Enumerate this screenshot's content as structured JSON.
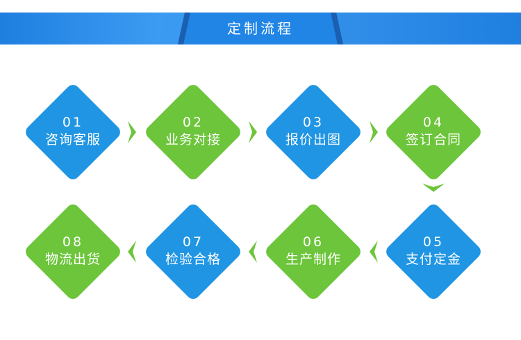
{
  "title": "定制流程",
  "colors": {
    "blue": "#1f95e3",
    "green": "#6cc53a",
    "banner": "#2f8de8"
  },
  "steps": [
    {
      "num": "01",
      "label": "咨询客服",
      "color": "blue"
    },
    {
      "num": "02",
      "label": "业务对接",
      "color": "green"
    },
    {
      "num": "03",
      "label": "报价出图",
      "color": "blue"
    },
    {
      "num": "04",
      "label": "签订合同",
      "color": "green"
    },
    {
      "num": "05",
      "label": "支付定金",
      "color": "blue"
    },
    {
      "num": "06",
      "label": "生产制作",
      "color": "green"
    },
    {
      "num": "07",
      "label": "检验合格",
      "color": "blue"
    },
    {
      "num": "08",
      "label": "物流出货",
      "color": "green"
    }
  ],
  "arrows": [
    {
      "dir": "right"
    },
    {
      "dir": "right"
    },
    {
      "dir": "right"
    },
    {
      "dir": "down"
    },
    {
      "dir": "left"
    },
    {
      "dir": "left"
    },
    {
      "dir": "left"
    }
  ]
}
